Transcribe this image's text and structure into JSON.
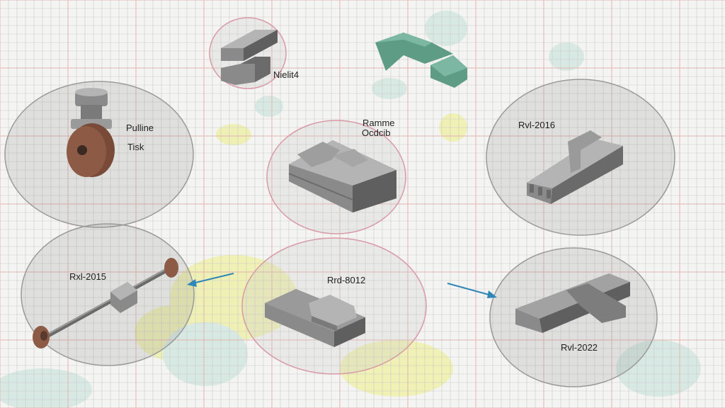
{
  "labels": {
    "nielit": "Nielit4",
    "pulline": "Pulline",
    "tisk": "Tisk",
    "ramme_1": "Ramme",
    "ramme_2": "Ocdcib",
    "rvl_2016": "Rvl-2016",
    "rxl_2015": "Rxl-2015",
    "rrd_8012": "Rrd-8012",
    "rvl_2022": "Rvl-2022"
  },
  "colors": {
    "part_gray": "#8a8a8a",
    "part_dark": "#5f5f5f",
    "part_light": "#b4b4b4",
    "wheel_brown": "#8d5a45",
    "green_part": "#5e9c86",
    "arrow_blue": "#2f86b8",
    "circle_outline_pink": "#d99aa8",
    "grid_line": "#c9c9c9",
    "grid_red": "#e3b3b3",
    "blob_yellow": "#eef0a0",
    "blob_green": "#cfe6df"
  },
  "icons": [
    "cylinder-wheel-icon",
    "rod-icon",
    "clamp-block-icon",
    "bracket-icon",
    "plate-icon",
    "elbow-icon"
  ]
}
